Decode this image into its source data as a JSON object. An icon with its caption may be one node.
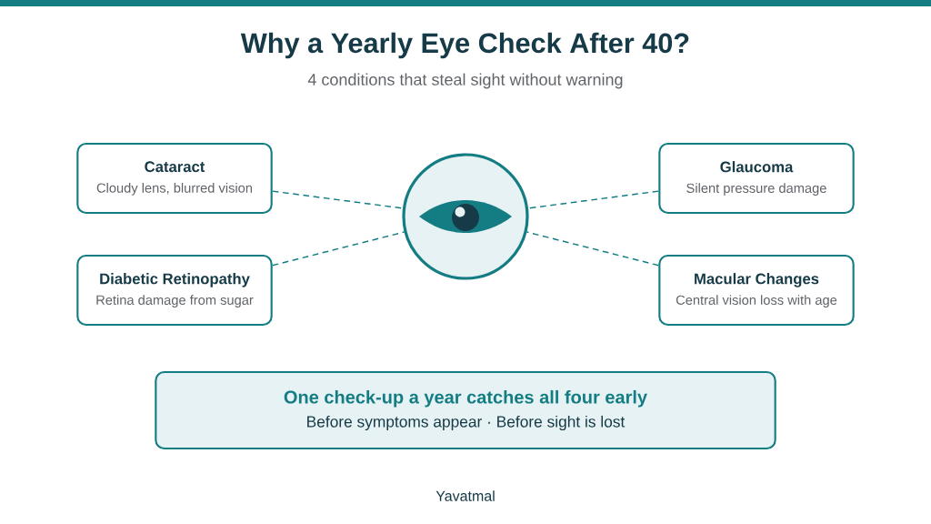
{
  "diagram": {
    "title": "Why a Yearly Eye Check After 40?",
    "caption": "4 conditions that steal sight without warning",
    "nodes": [
      {
        "text": [
          "Cataract",
          "Cloudy lens, blurred vision"
        ]
      },
      {
        "text": [
          "Glaucoma",
          "Silent pressure damage"
        ]
      },
      {
        "text": [
          "Diabetic Retinopathy",
          "Retina damage from sugar"
        ]
      },
      {
        "text": [
          "Macular Changes",
          "Central vision loss with age"
        ]
      },
      {
        "text": [],
        "shape": "circle"
      },
      {
        "text": [
          "One check-up a year catches all four early",
          "Before symptoms appear · Before sight is lost"
        ]
      }
    ],
    "edges": [
      {
        "from": 0,
        "to": 4,
        "arrow": "none",
        "style": "dashed"
      },
      {
        "from": 1,
        "to": 4,
        "arrow": "none",
        "style": "dashed"
      },
      {
        "from": 2,
        "to": 4,
        "arrow": "none",
        "style": "dashed"
      },
      {
        "from": 3,
        "to": 4,
        "arrow": "none",
        "style": "dashed"
      }
    ],
    "labels": [
      "Yavatmal"
    ]
  }
}
